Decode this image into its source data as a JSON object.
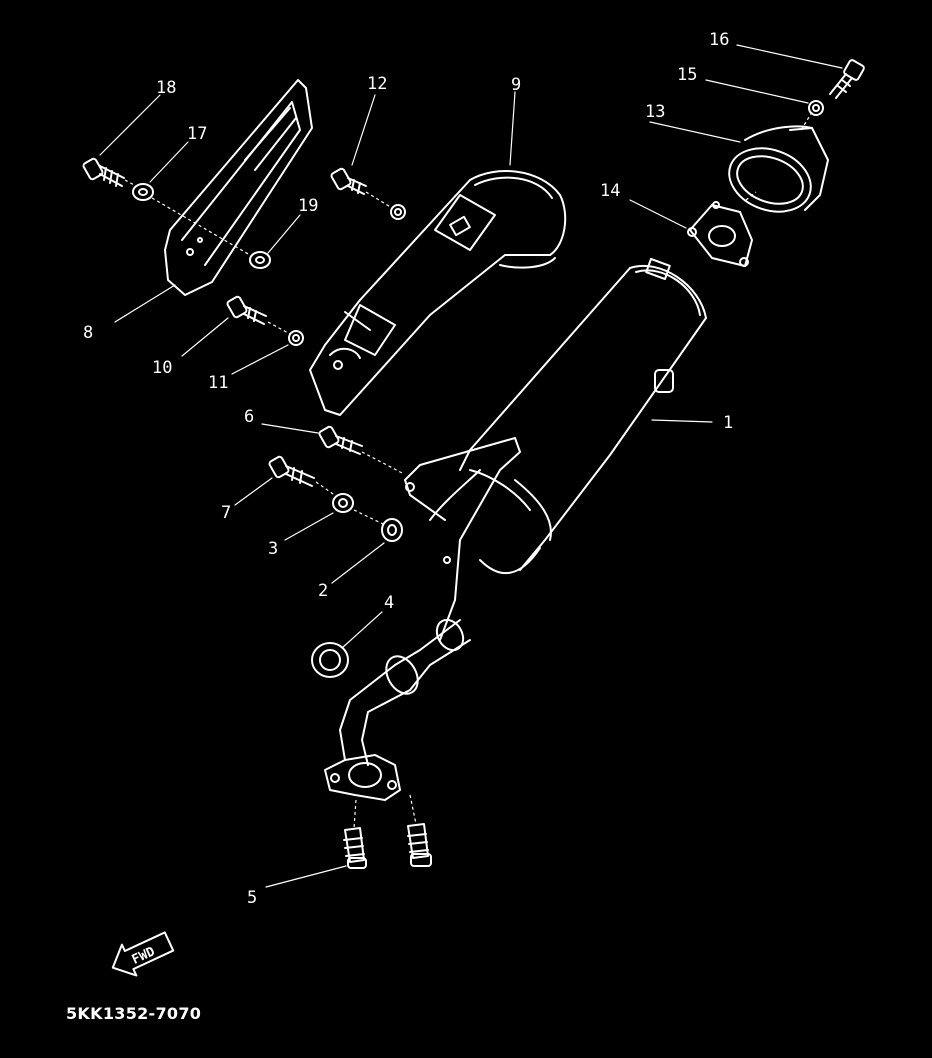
{
  "diagram": {
    "type": "exploded-parts-diagram",
    "callouts": [
      "1",
      "2",
      "3",
      "4",
      "5",
      "6",
      "7",
      "8",
      "9",
      "10",
      "11",
      "12",
      "13",
      "14",
      "15",
      "16",
      "17",
      "18",
      "19"
    ],
    "direction_arrow": "FWD",
    "part_code": "5KK1352-7070",
    "colors": {
      "background": "#000000",
      "line": "#ffffff"
    }
  }
}
